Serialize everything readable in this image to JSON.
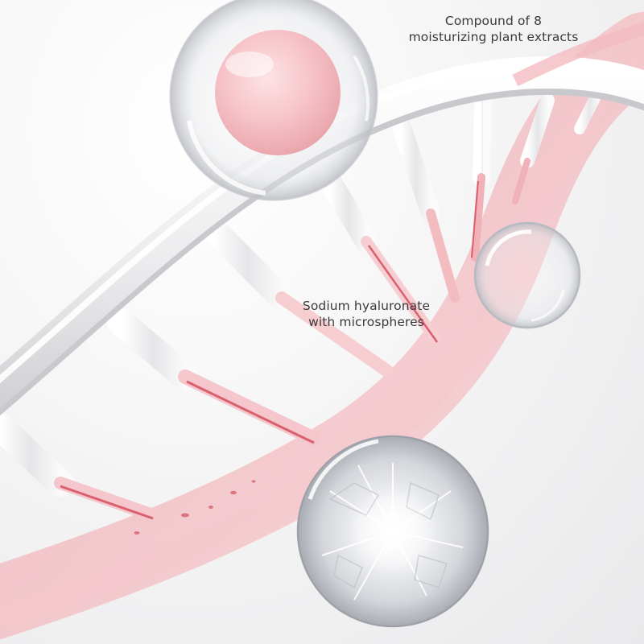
{
  "captions": {
    "plant_extracts": {
      "line1": "Compound of 8",
      "line2": "moisturizing plant extracts"
    },
    "hyaluronate": {
      "line1": "Sodium hyaluronate",
      "line2": "with microspheres"
    }
  },
  "colors": {
    "background": "#f4f4f5",
    "helix_white": "#f2f2f2",
    "helix_pink": "#f2b8be",
    "fluid_red": "#d9606e",
    "sphere_pink": "#f6c3c8",
    "text": "#3a3a3c"
  }
}
